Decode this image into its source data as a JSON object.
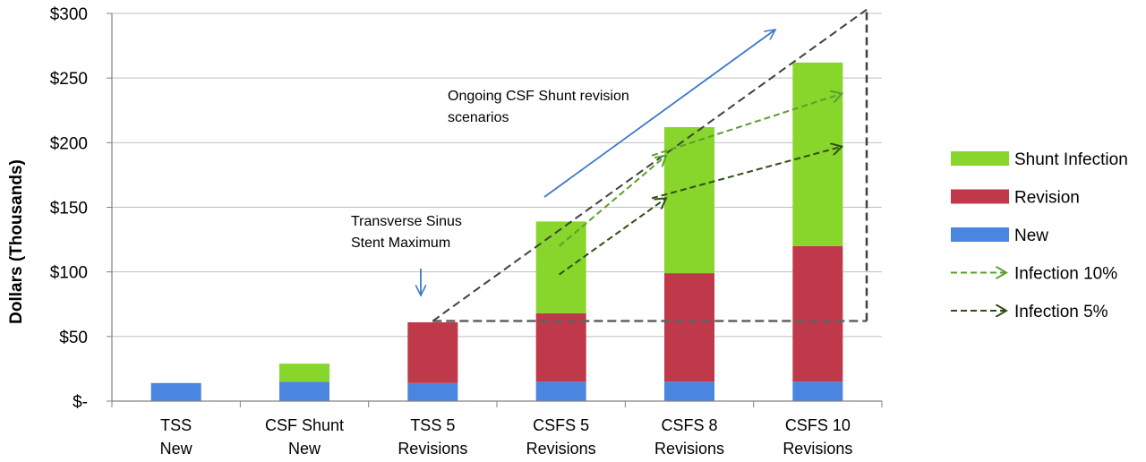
{
  "chart_data": {
    "type": "bar",
    "stacked": true,
    "ylabel": "Dollars (Thousands)",
    "ylim": [
      0,
      300
    ],
    "yticks": [
      {
        "value": 0,
        "label": "$-"
      },
      {
        "value": 50,
        "label": "$50"
      },
      {
        "value": 100,
        "label": "$100"
      },
      {
        "value": 150,
        "label": "$150"
      },
      {
        "value": 200,
        "label": "$200"
      },
      {
        "value": 250,
        "label": "$250"
      },
      {
        "value": 300,
        "label": "$300"
      }
    ],
    "grid": true,
    "categories": [
      [
        "TSS",
        "New"
      ],
      [
        "CSF Shunt",
        "New"
      ],
      [
        "TSS 5",
        "Revisions"
      ],
      [
        "CSFS 5",
        "Revisions"
      ],
      [
        "CSFS 8",
        "Revisions"
      ],
      [
        "CSFS 10",
        "Revisions"
      ]
    ],
    "series": [
      {
        "name": "New",
        "color": "#4a86e0",
        "values": [
          14,
          15,
          14,
          15,
          15,
          15
        ]
      },
      {
        "name": "Revision",
        "color": "#c0394a",
        "values": [
          0,
          0,
          47,
          53,
          84,
          105
        ]
      },
      {
        "name": "Shunt Infection",
        "color": "#88d62c",
        "values": [
          0,
          14,
          0,
          71,
          113,
          142
        ]
      }
    ],
    "legend_position": "right",
    "legend": [
      {
        "label": "Shunt Infection",
        "kind": "swatch",
        "color": "#88d62c"
      },
      {
        "label": "Revision",
        "kind": "swatch",
        "color": "#c0394a"
      },
      {
        "label": "New",
        "kind": "swatch",
        "color": "#4a86e0"
      },
      {
        "label": "Infection 10%",
        "kind": "arrow",
        "color": "#5aa02a"
      },
      {
        "label": "Infection 5%",
        "kind": "arrow",
        "color": "#2f4e14"
      }
    ],
    "annotations": [
      {
        "id": "ongoing",
        "lines": [
          "Ongoing CSF Shunt revision",
          "scenarios"
        ]
      },
      {
        "id": "tss-max",
        "lines": [
          "Transverse Sinus",
          "Stent Maximum"
        ]
      }
    ],
    "reference_line_value": 62,
    "triangle_apex_value": 303,
    "trend_arrows": [
      {
        "name": "Infection 10%",
        "color": "#5aa02a",
        "segments": [
          {
            "from": [
              3,
              120
            ],
            "to": [
              4,
              190
            ]
          },
          {
            "from": [
              4,
              190
            ],
            "to": [
              5,
              238
            ]
          }
        ]
      },
      {
        "name": "Infection 5%",
        "color": "#2f4e14",
        "segments": [
          {
            "from": [
              3,
              98
            ],
            "to": [
              4,
              157
            ]
          },
          {
            "from": [
              4,
              157
            ],
            "to": [
              5,
              197
            ]
          }
        ]
      }
    ]
  }
}
